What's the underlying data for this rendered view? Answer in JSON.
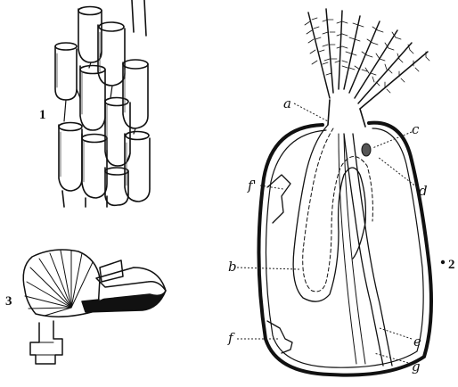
{
  "figure": {
    "numbers": {
      "fig1": "1",
      "fig2": "2",
      "fig3": "3"
    },
    "labels": {
      "a": "a",
      "b": "b",
      "c": "c",
      "d": "d",
      "e": "e",
      "f": "f",
      "f_prime": "f'",
      "g": "g"
    }
  }
}
